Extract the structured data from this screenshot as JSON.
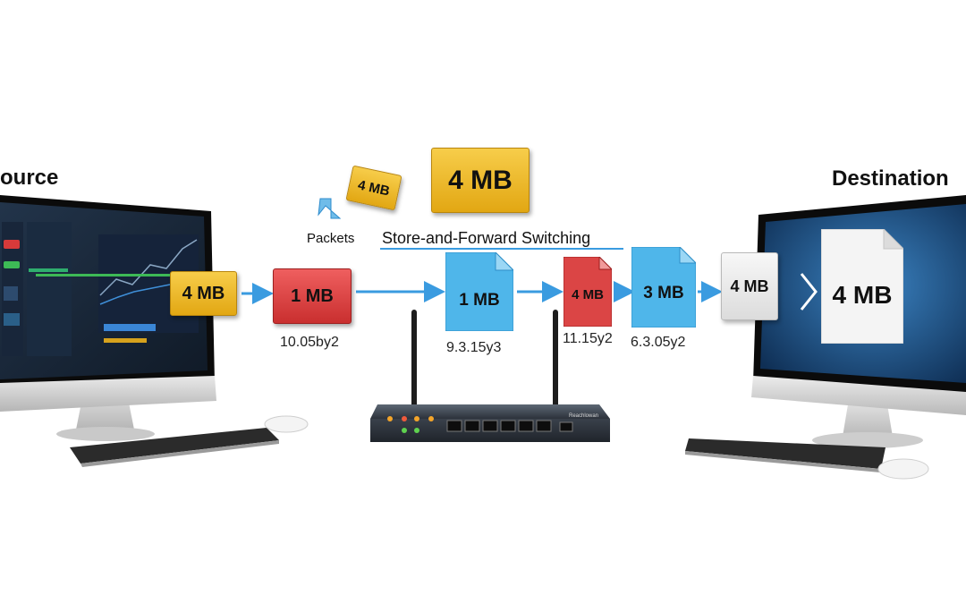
{
  "labels": {
    "source": "ource",
    "destination": "Destination",
    "packets": "Packets",
    "title": "Store-and-Forward Switching"
  },
  "packets": {
    "top_large": "4 MB",
    "top_small": "4 MB",
    "source_file": "4 MB",
    "red_1": "1 MB",
    "blue_1": "1 MB",
    "red_2": "4 MB",
    "blue_3": "3 MB",
    "grey": "4 MB",
    "dest_file": "4 MB"
  },
  "sublabels": {
    "red_1": "10.05by2",
    "blue_1": "9.3.15y3",
    "red_2": "11.15y2",
    "blue_3": "6.3.05y2"
  },
  "router": {
    "brand": "Reachlowan"
  },
  "colors": {
    "yellow": "#f2bb2a",
    "red": "#db4545",
    "blue": "#4fb6ea",
    "arrow": "#3a9be0",
    "monitor_bezel": "#0c0c0c",
    "screen_blue": "#1f5b93"
  }
}
